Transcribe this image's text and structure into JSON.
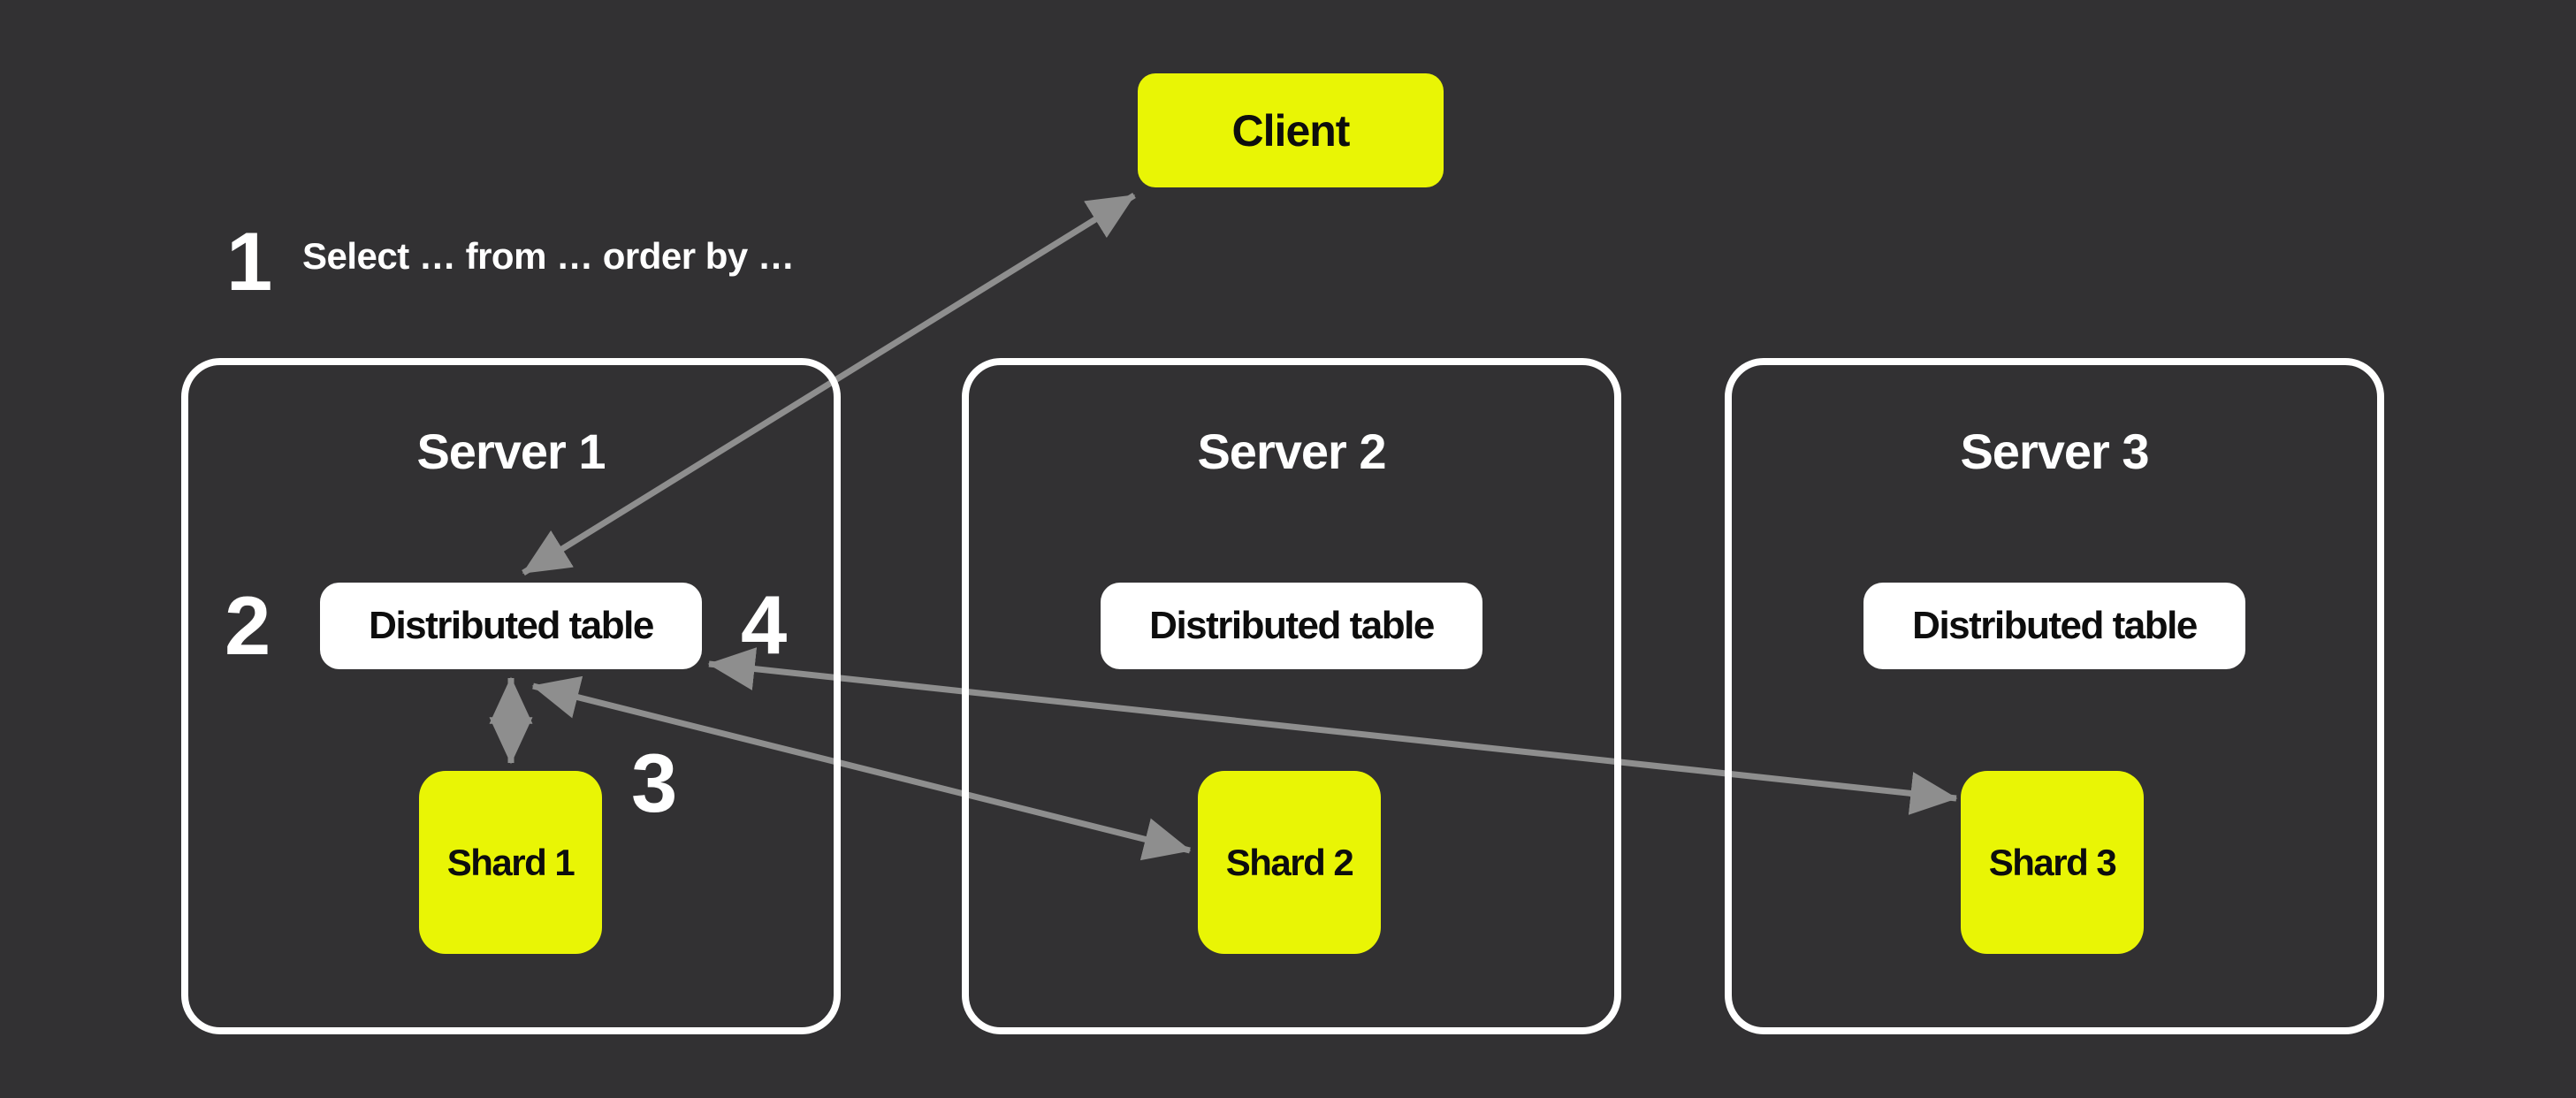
{
  "colors": {
    "background": "#323133",
    "highlight_yellow": "#e9f505",
    "box_white": "#ffffff",
    "arrow_gray": "#8e8e8e",
    "text_dark": "#0d0d0d",
    "text_light": "#ffffff"
  },
  "client": {
    "label": "Client"
  },
  "annotation": {
    "number": "1",
    "text": "Select … from … order by …"
  },
  "steps": {
    "two": "2",
    "three": "3",
    "four": "4"
  },
  "servers": [
    {
      "title": "Server 1",
      "table_label": "Distributed table",
      "shard_label": "Shard 1"
    },
    {
      "title": "Server 2",
      "table_label": "Distributed table",
      "shard_label": "Shard 2"
    },
    {
      "title": "Server 3",
      "table_label": "Distributed table",
      "shard_label": "Shard 3"
    }
  ],
  "connections": [
    {
      "from": "Client",
      "to": "Distributed table (Server 1)",
      "bidirectional": true
    },
    {
      "from": "Distributed table (Server 1)",
      "to": "Shard 1",
      "bidirectional": true
    },
    {
      "from": "Distributed table (Server 1)",
      "to": "Shard 2 (Server 2)",
      "bidirectional": true
    },
    {
      "from": "Distributed table (Server 1)",
      "to": "Shard 3 (Server 3)",
      "bidirectional": true
    }
  ]
}
